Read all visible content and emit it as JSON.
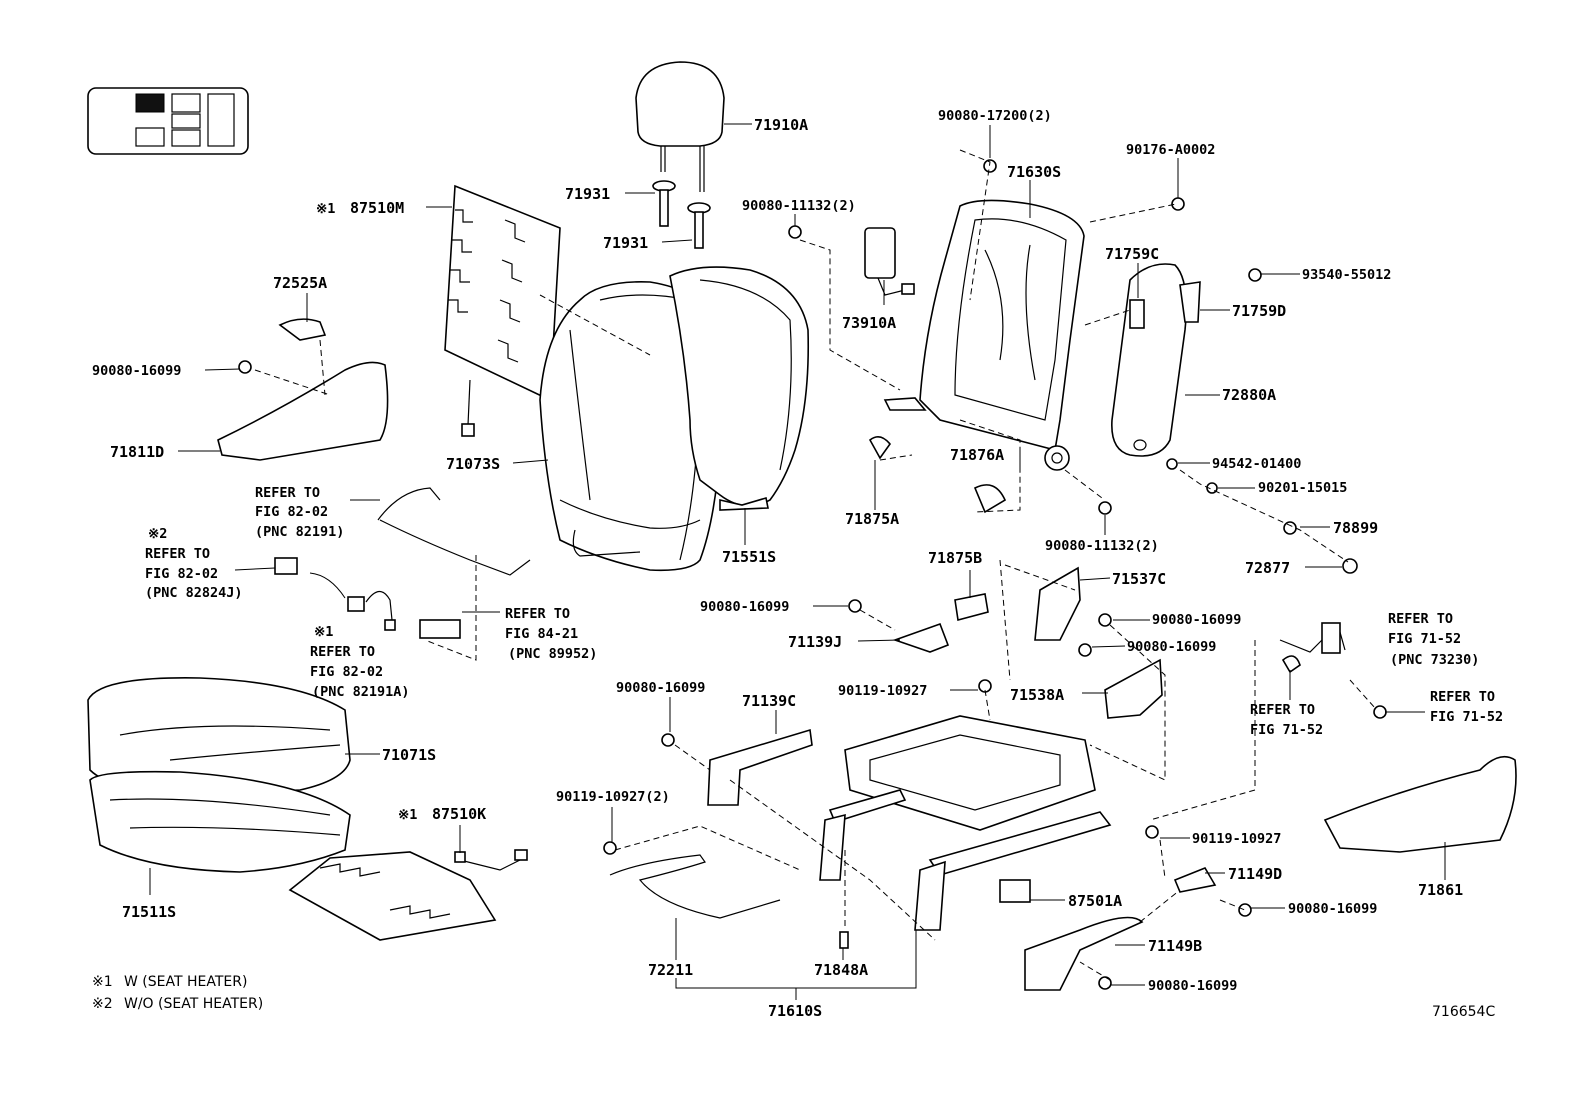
{
  "labels": {
    "l71910A": "71910A",
    "l71931a": "71931",
    "l71931b": "71931",
    "l87510M": "87510M",
    "n1_87510M": "※1",
    "l72525A": "72525A",
    "l90080_16099_a": "90080-16099",
    "l71811D": "71811D",
    "l71073S": "71073S",
    "l90080_11132_a": "90080-11132(2)",
    "l73910A": "73910A",
    "l90080_17200": "90080-17200(2)",
    "l71630S": "71630S",
    "l90176": "90176-A0002",
    "l71759C": "71759C",
    "l93540": "93540-55012",
    "l71759D": "71759D",
    "l72880A": "72880A",
    "l94542": "94542-01400",
    "l90201": "90201-15015",
    "l78899": "78899",
    "l72877": "72877",
    "l71876A": "71876A",
    "l71875A": "71875A",
    "l90080_11132_b": "90080-11132(2)",
    "l71551S": "71551S",
    "l71875B": "71875B",
    "l71537C": "71537C",
    "l90080_16099_b": "90080-16099",
    "l90080_16099_c": "90080-16099",
    "l71139J": "71139J",
    "l90080_16099_d": "90080-16099",
    "l90119_a": "90119-10927",
    "l71538A": "71538A",
    "l90080_16099_e": "90080-16099",
    "l71139C": "71139C",
    "l90119_b": "90119-10927(2)",
    "l71071S": "71071S",
    "l87510K": "87510K",
    "n1_87510K": "※1",
    "l71511S": "71511S",
    "l72211": "72211",
    "l71848A": "71848A",
    "l71610S": "71610S",
    "l90119_c": "90119-10927",
    "l71149D": "71149D",
    "l87501A": "87501A",
    "l90080_16099_f": "90080-16099",
    "l71149B": "71149B",
    "l90080_16099_g": "90080-16099",
    "l71861": "71861",
    "fig_code": "716654C"
  },
  "refs": {
    "r1_a": "REFER TO",
    "r1_b": "FIG 82-02",
    "r1_c": "(PNC 82191)",
    "r2_n": "※2",
    "r2_a": "REFER TO",
    "r2_b": "FIG 82-02",
    "r2_c": "(PNC 82824J)",
    "r3_n": "※1",
    "r3_a": "REFER TO",
    "r3_b": "FIG 82-02",
    "r3_c": "(PNC 82191A)",
    "r4_a": "REFER TO",
    "r4_b": "FIG 84-21",
    "r4_c": "(PNC 89952)",
    "r5_a": "REFER TO",
    "r5_b": "FIG 71-52",
    "r5_c": "(PNC 73230)",
    "r6_a": "REFER TO",
    "r6_b": "FIG 71-52",
    "r7_a": "REFER TO",
    "r7_b": "FIG 71-52"
  },
  "legend": {
    "n1_mark": "※1",
    "n1_text": "W (SEAT HEATER)",
    "n2_mark": "※2",
    "n2_text": "W/O (SEAT HEATER)"
  }
}
